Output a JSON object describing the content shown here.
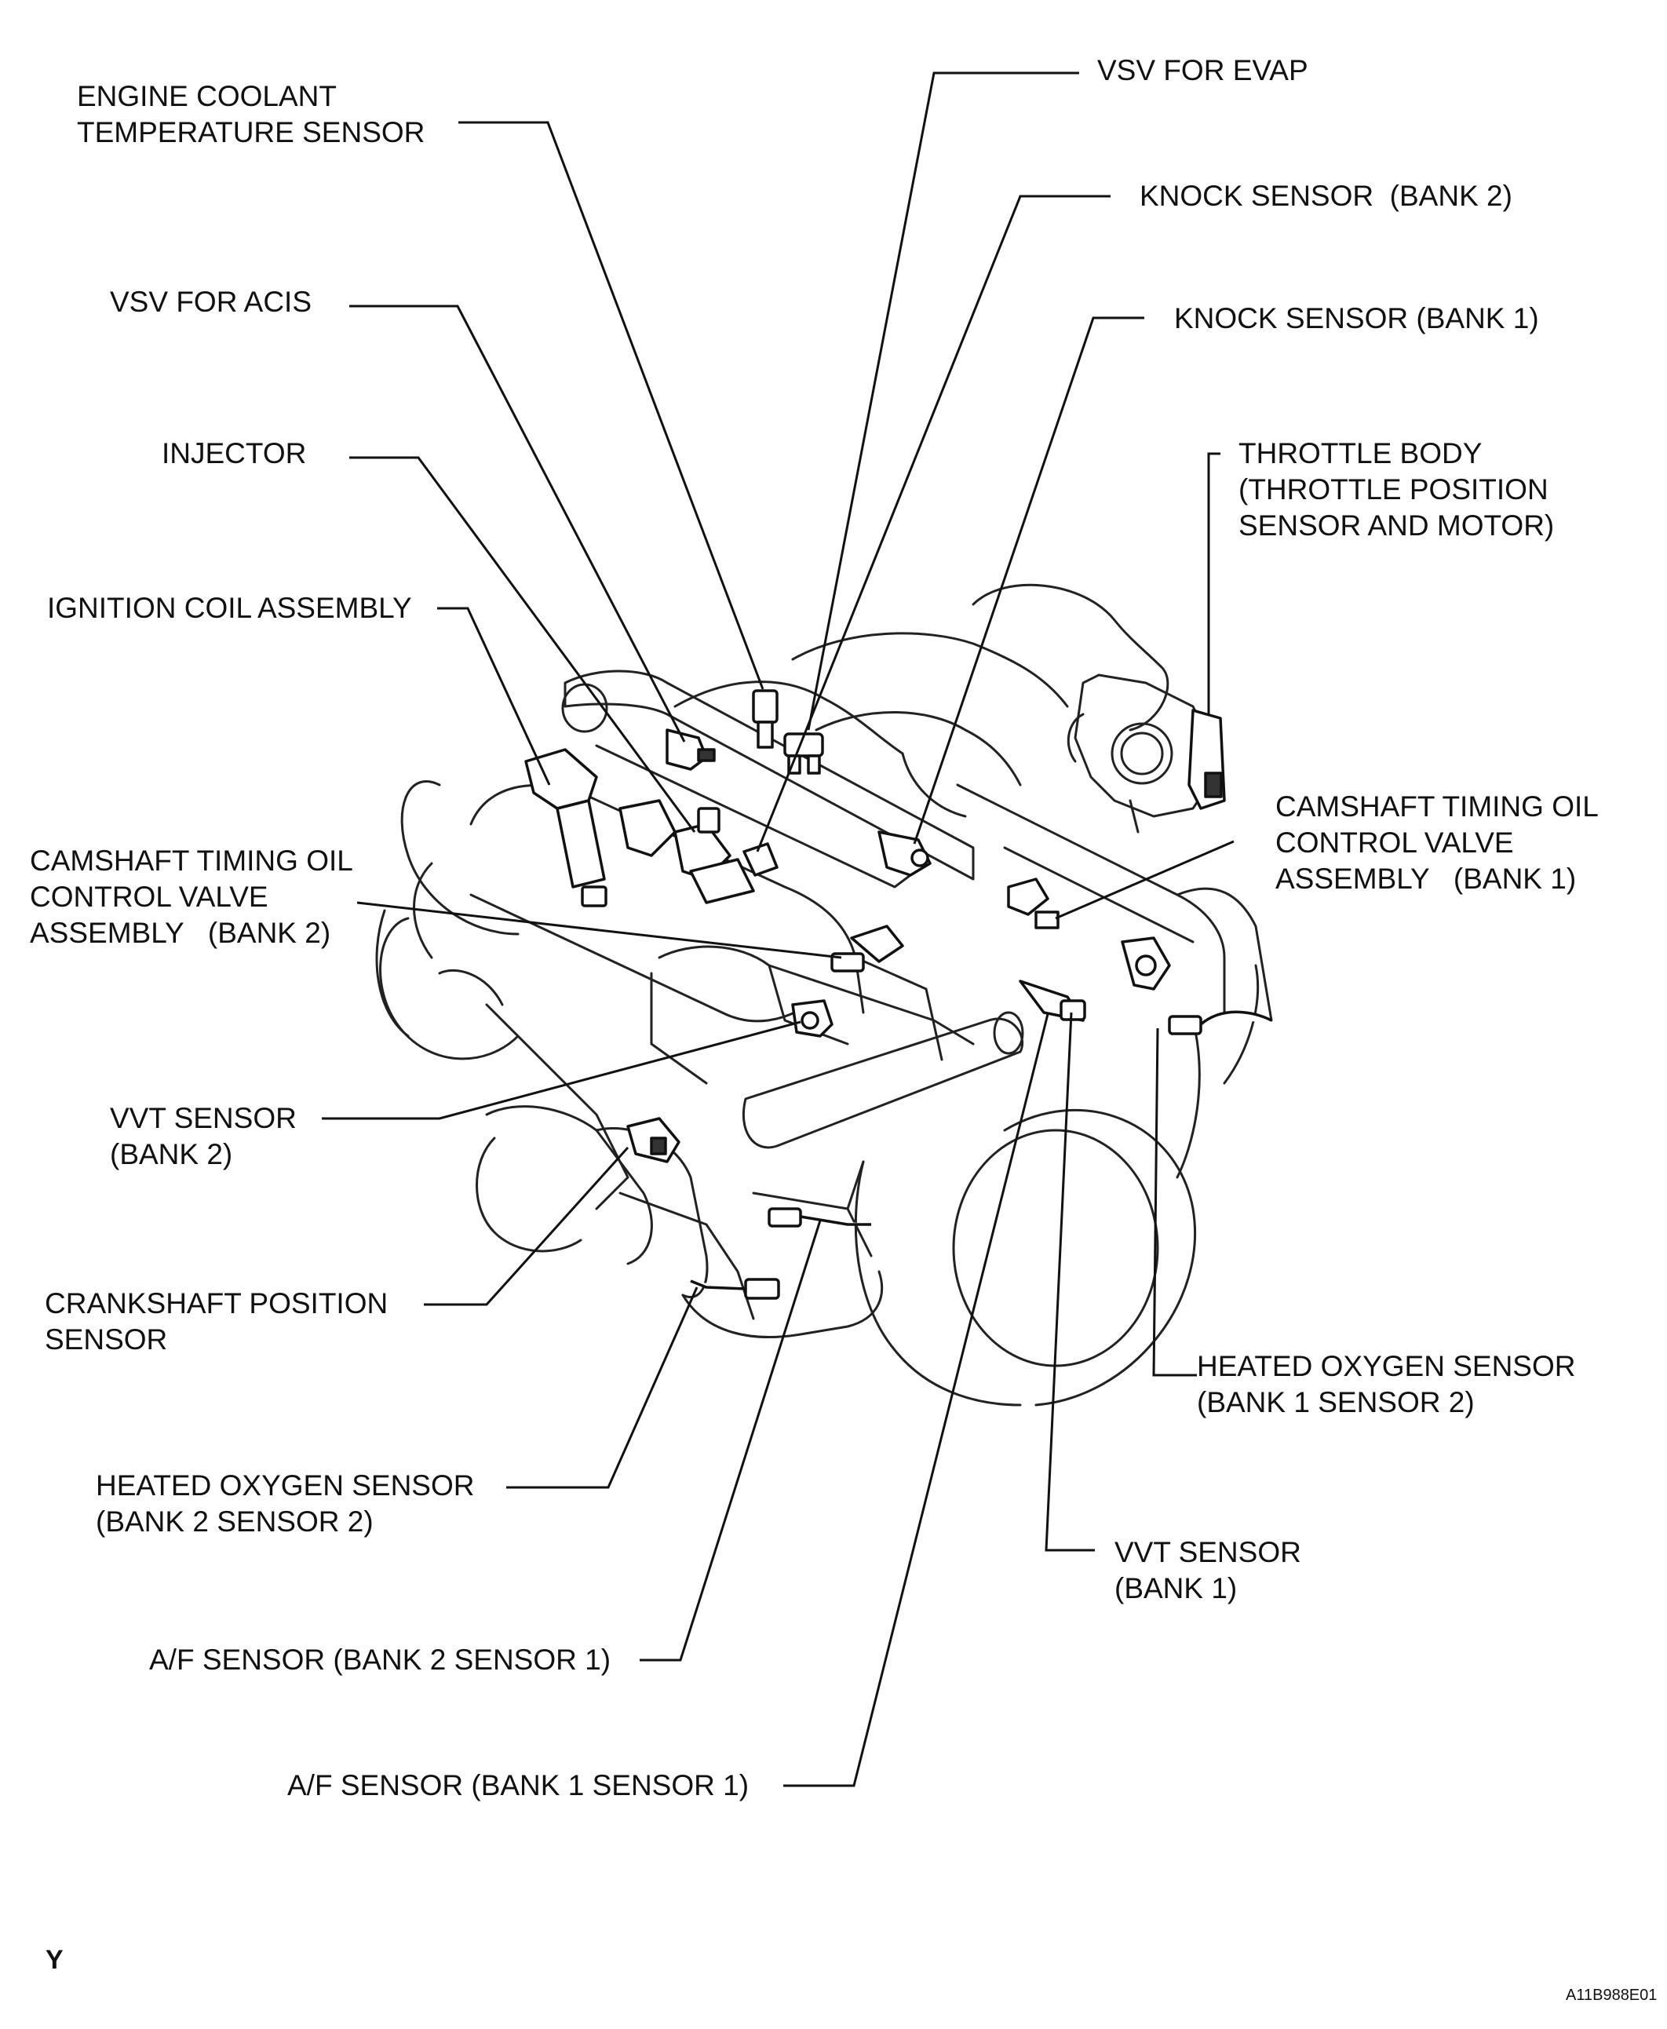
{
  "labels": {
    "ect_sensor": "ENGINE COOLANT\nTEMPERATURE SENSOR",
    "vsv_evap": "VSV FOR EVAP",
    "knock_bank2": "KNOCK SENSOR  (BANK 2)",
    "knock_bank1": "KNOCK SENSOR (BANK 1)",
    "vsv_acis": "VSV FOR ACIS",
    "injector": "INJECTOR",
    "throttle_body": "THROTTLE BODY\n(THROTTLE POSITION\nSENSOR AND MOTOR)",
    "ignition_coil": "IGNITION COIL ASSEMBLY",
    "ocv_bank1": "CAMSHAFT TIMING OIL\nCONTROL VALVE\nASSEMBLY   (BANK 1)",
    "ocv_bank2": "CAMSHAFT TIMING OIL\nCONTROL VALVE\nASSEMBLY   (BANK 2)",
    "vvt_bank2": "VVT SENSOR\n(BANK 2)",
    "crank_sensor": "CRANKSHAFT POSITION\nSENSOR",
    "ho2_b1s2": "HEATED OXYGEN SENSOR\n(BANK 1 SENSOR 2)",
    "ho2_b2s2": "HEATED OXYGEN SENSOR\n(BANK 2 SENSOR 2)",
    "vvt_bank1": "VVT SENSOR\n(BANK 1)",
    "af_b2s1": "A/F SENSOR (BANK 2 SENSOR 1)",
    "af_b1s1": "A/F SENSOR (BANK 1 SENSOR 1)"
  },
  "corner_mark": "Y",
  "figure_code": "A11B988E01"
}
